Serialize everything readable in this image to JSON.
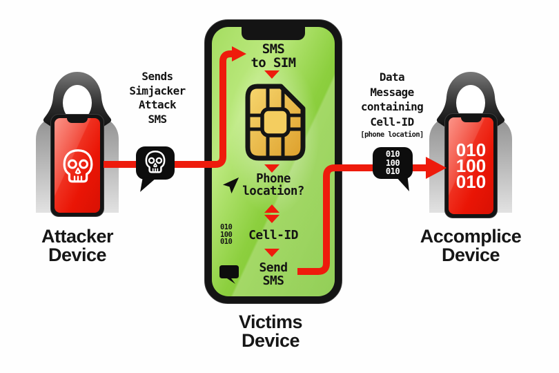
{
  "title": "Simjacker attack flow diagram",
  "colors": {
    "arrow_red": "#ee1b0c",
    "screen_green": "#84c832",
    "screen_red": "#ea1505",
    "sim_gold": "#eab84a",
    "bubble_black": "#0d0d0d",
    "figure_gray": "#9a9a9a"
  },
  "attacker": {
    "label": "Attacker\nDevice",
    "screen_icon": "skull-icon"
  },
  "attack_message": {
    "label": "Sends\nSimjacker\nAttack\nSMS",
    "bubble_icon": "skull-icon"
  },
  "victim": {
    "label": "Victims\nDevice",
    "screen": {
      "step1": "SMS\nto SIM",
      "sim_icon": "sim-card-icon",
      "step2": "Phone\nlocation?",
      "location_icon": "navigation-arrow-icon",
      "binary": "010\n100\n010",
      "step3": "Cell-ID",
      "step4": "Send\nSMS",
      "sms_icon": "chat-bubble-icon"
    }
  },
  "data_message": {
    "label": "Data\nMessage\ncontaining\nCell-ID",
    "sub_label": "[phone location]",
    "bubble_binary": "010\n100\n010"
  },
  "accomplice": {
    "label": "Accomplice\nDevice",
    "screen_binary": "010\n100\n010"
  }
}
